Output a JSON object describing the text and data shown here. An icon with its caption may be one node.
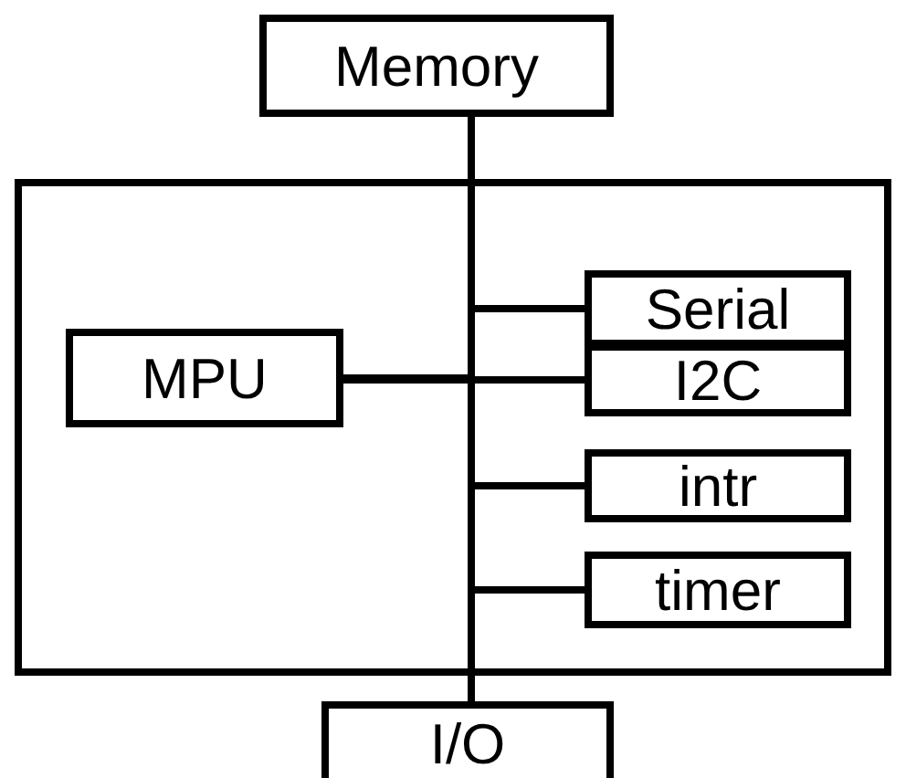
{
  "diagram": {
    "nodes": [
      {
        "text": [
          "Memory"
        ]
      },
      {
        "text": [],
        "shape": "box"
      },
      {
        "text": [
          "MPU"
        ],
        "in": 1
      },
      {
        "text": [
          "Serial"
        ],
        "in": 1
      },
      {
        "text": [
          "I2C"
        ],
        "in": 1
      },
      {
        "text": [
          "intr"
        ],
        "in": 1
      },
      {
        "text": [
          "timer"
        ],
        "in": 1
      },
      {
        "text": [
          "I/O"
        ]
      }
    ],
    "edges": [
      {
        "from": 0,
        "to": 7,
        "arrow": "none"
      },
      {
        "from": 2,
        "to": 4,
        "arrow": "none"
      },
      {
        "from": 0,
        "to": 3,
        "arrow": "none"
      },
      {
        "from": 0,
        "to": 2,
        "arrow": "none"
      },
      {
        "from": 0,
        "to": 5,
        "arrow": "none"
      },
      {
        "from": 0,
        "to": 6,
        "arrow": "none"
      }
    ]
  }
}
